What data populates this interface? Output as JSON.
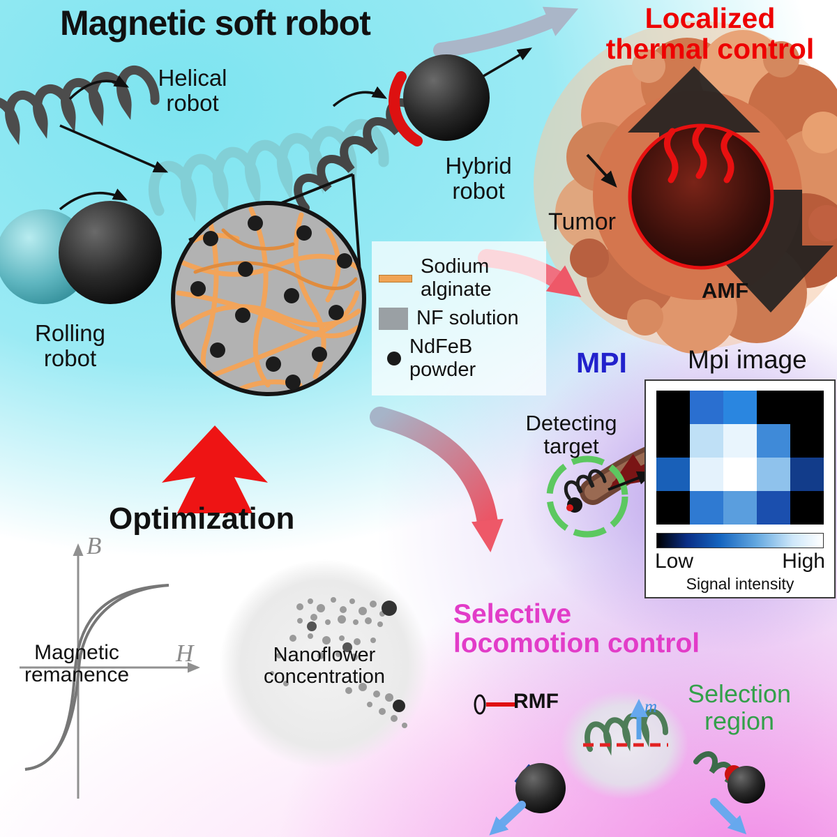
{
  "title": "Magnetic soft robot",
  "labels": {
    "helical": "Helical\nrobot",
    "rolling": "Rolling\nrobot",
    "hybrid": "Hybrid\nrobot",
    "thermal": "Localized\nthermal control",
    "tumor": "Tumor",
    "amf": "AMF",
    "mpi": "MPI",
    "mpi_image": "Mpi image",
    "detecting": "Detecting\ntarget",
    "low": "Low",
    "high": "High",
    "signal": "Signal intensity",
    "optimization": "Optimization",
    "b_axis": "B",
    "h_axis": "H",
    "remanence": "Magnetic\nremanence",
    "nanoflower": "Nanoflower\nconcentration",
    "selective": "Selective\nlocomotion control",
    "rmf": "RMF",
    "selection": "Selection\nregion",
    "moment": "m"
  },
  "legend": {
    "items": [
      {
        "swatch": "alginate-line",
        "label": "Sodium\nalginate"
      },
      {
        "swatch": "nf-square",
        "label": "NF solution"
      },
      {
        "swatch": "ndfeb-dot",
        "label": "NdFeB\npowder"
      }
    ]
  },
  "mpi_heatmap": {
    "rows": [
      [
        "#000000",
        "#2a6fd0",
        "#2a86e0",
        "#000000",
        "#000000"
      ],
      [
        "#000000",
        "#bfe0f6",
        "#e9f5fd",
        "#3f8ad8",
        "#000000"
      ],
      [
        "#1960b8",
        "#e4f2fc",
        "#ffffff",
        "#8fc2ec",
        "#123c8a"
      ],
      [
        "#000000",
        "#2f7ad2",
        "#5a9ede",
        "#1b4fae",
        "#000000"
      ]
    ]
  },
  "colors": {
    "thermal_red": "#ee0000",
    "mpi_blue": "#2222cc",
    "selective_magenta": "#e23cc8",
    "selection_green": "#33a04a",
    "moment_blue": "#3a8ae0",
    "alginate_orange": "#f0a455",
    "background_cyan": "#7de4f0"
  }
}
